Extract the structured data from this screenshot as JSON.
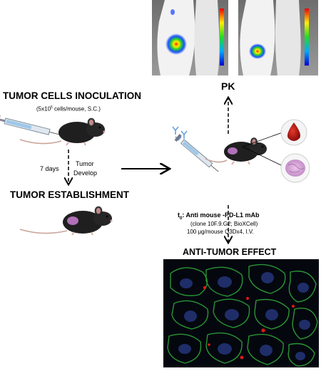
{
  "inoculation": {
    "title": "TUMOR CELLS INOCULATION",
    "dose_prefix": "(5x10",
    "dose_exp": "5",
    "dose_suffix": " cells/mouse, S.C.)"
  },
  "timeline": {
    "days": "7 days",
    "develop_line1": "Tumor",
    "develop_line2": "Develop"
  },
  "establishment": {
    "title": "TUMOR ESTABLISHMENT"
  },
  "pk": {
    "title": "PK"
  },
  "treatment": {
    "t0_base": "t",
    "t0_sub": "0",
    "t0_rest": ": Anti mouse -PD-L1 mAb",
    "clone": "(clone 10F.9.G2; BioXCell)",
    "dose": "100 μg/mouse Q3Dx4, I.V."
  },
  "effect": {
    "title": "ANTI-TUMOR EFFECT"
  },
  "colors": {
    "mouse_body": "#1f1f1f",
    "tumor": "#b070b8",
    "blood": "#b01818",
    "tissue": "#d9a8d8",
    "ivis_bg": "#8a8a8a",
    "micro_bg": "#05070f"
  },
  "icons": [
    "mouse-illustration",
    "syringe-icon",
    "blood-drop-icon",
    "tissue-slice-icon",
    "bioluminescence-image",
    "fluorescence-micrograph"
  ]
}
